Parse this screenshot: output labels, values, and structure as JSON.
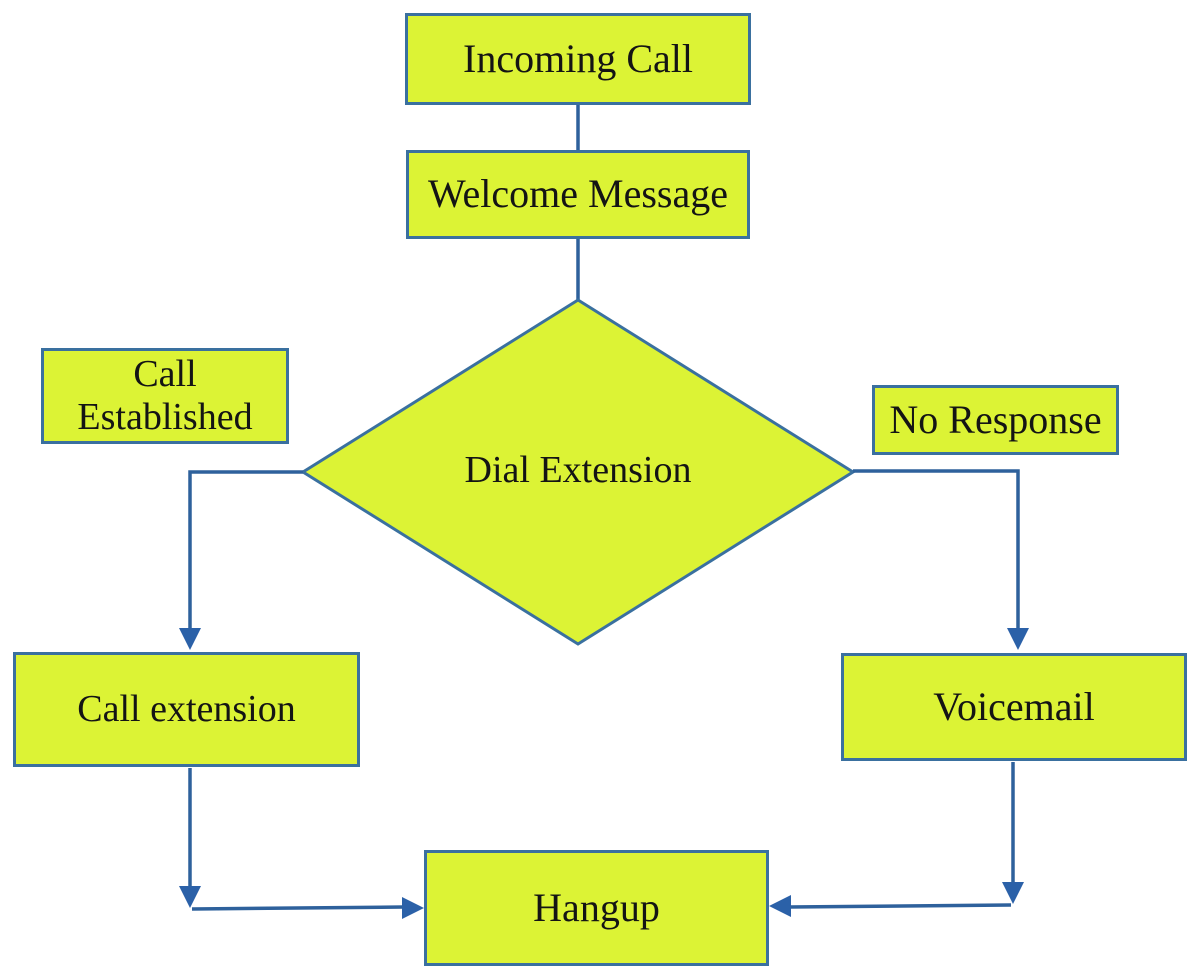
{
  "diagram": {
    "type": "flowchart",
    "nodes": {
      "incoming_call": {
        "label": "Incoming Call",
        "shape": "rectangle"
      },
      "welcome_message": {
        "label": "Welcome Message",
        "shape": "rectangle"
      },
      "dial_extension": {
        "label": "Dial Extension",
        "shape": "diamond"
      },
      "call_established": {
        "label": "Call Established",
        "shape": "rectangle"
      },
      "no_response": {
        "label": "No Response",
        "shape": "rectangle"
      },
      "call_extension": {
        "label": "Call extension",
        "shape": "rectangle"
      },
      "voicemail": {
        "label": "Voicemail",
        "shape": "rectangle"
      },
      "hangup": {
        "label": "Hangup",
        "shape": "rectangle"
      }
    },
    "edges": [
      {
        "from": "Incoming Call",
        "to": "Welcome Message",
        "arrow": false
      },
      {
        "from": "Welcome Message",
        "to": "Dial Extension",
        "arrow": false
      },
      {
        "from": "Dial Extension",
        "to": "Call extension",
        "branch_label_node": "Call Established",
        "arrow": true
      },
      {
        "from": "Dial Extension",
        "to": "Voicemail",
        "branch_label_node": "No Response",
        "arrow": true
      },
      {
        "from": "Call extension",
        "to": "Hangup",
        "arrow": true
      },
      {
        "from": "Voicemail",
        "to": "Hangup",
        "arrow": true
      }
    ],
    "colors": {
      "background": "#ffffff",
      "node-fill": "#dcf335",
      "node-border": "#3a709f",
      "connector": "#2e619c",
      "arrowhead": "#2b61a8",
      "text": "#141414"
    }
  }
}
